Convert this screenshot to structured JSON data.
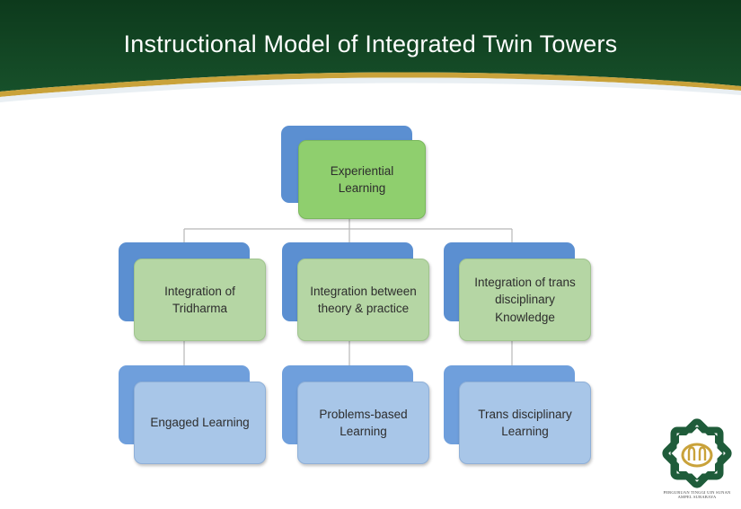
{
  "slide": {
    "title": "Instructional Model of Integrated Twin Towers"
  },
  "nodes": {
    "root": {
      "label": "Experiential Learning"
    },
    "tridharma": {
      "label": "Integration of Tridharma"
    },
    "theory": {
      "label": "Integration between theory & practice"
    },
    "transdisc": {
      "label": "Integration of trans disciplinary Knowledge"
    },
    "engaged": {
      "label": "Engaged Learning"
    },
    "problems": {
      "label": "Problems-based Learning"
    },
    "transLearning": {
      "label": "Trans disciplinary Learning"
    }
  },
  "edges": [
    {
      "from": "root",
      "to": "tridharma"
    },
    {
      "from": "root",
      "to": "theory"
    },
    {
      "from": "root",
      "to": "transdisc"
    },
    {
      "from": "tridharma",
      "to": "engaged"
    },
    {
      "from": "theory",
      "to": "problems"
    },
    {
      "from": "transdisc",
      "to": "transLearning"
    }
  ],
  "logo": {
    "caption": "PERGURUAN TINGGI UIN SUNAN AMPEL SURABAYA"
  },
  "colors": {
    "banner_dark": "#0f3a1f",
    "banner_accent": "#c9a23a",
    "root_fill": "#8fcf6e",
    "middle_fill": "#b5d6a4",
    "leaf_fill": "#a8c6e8",
    "back_fill": "#5b8fd1"
  }
}
